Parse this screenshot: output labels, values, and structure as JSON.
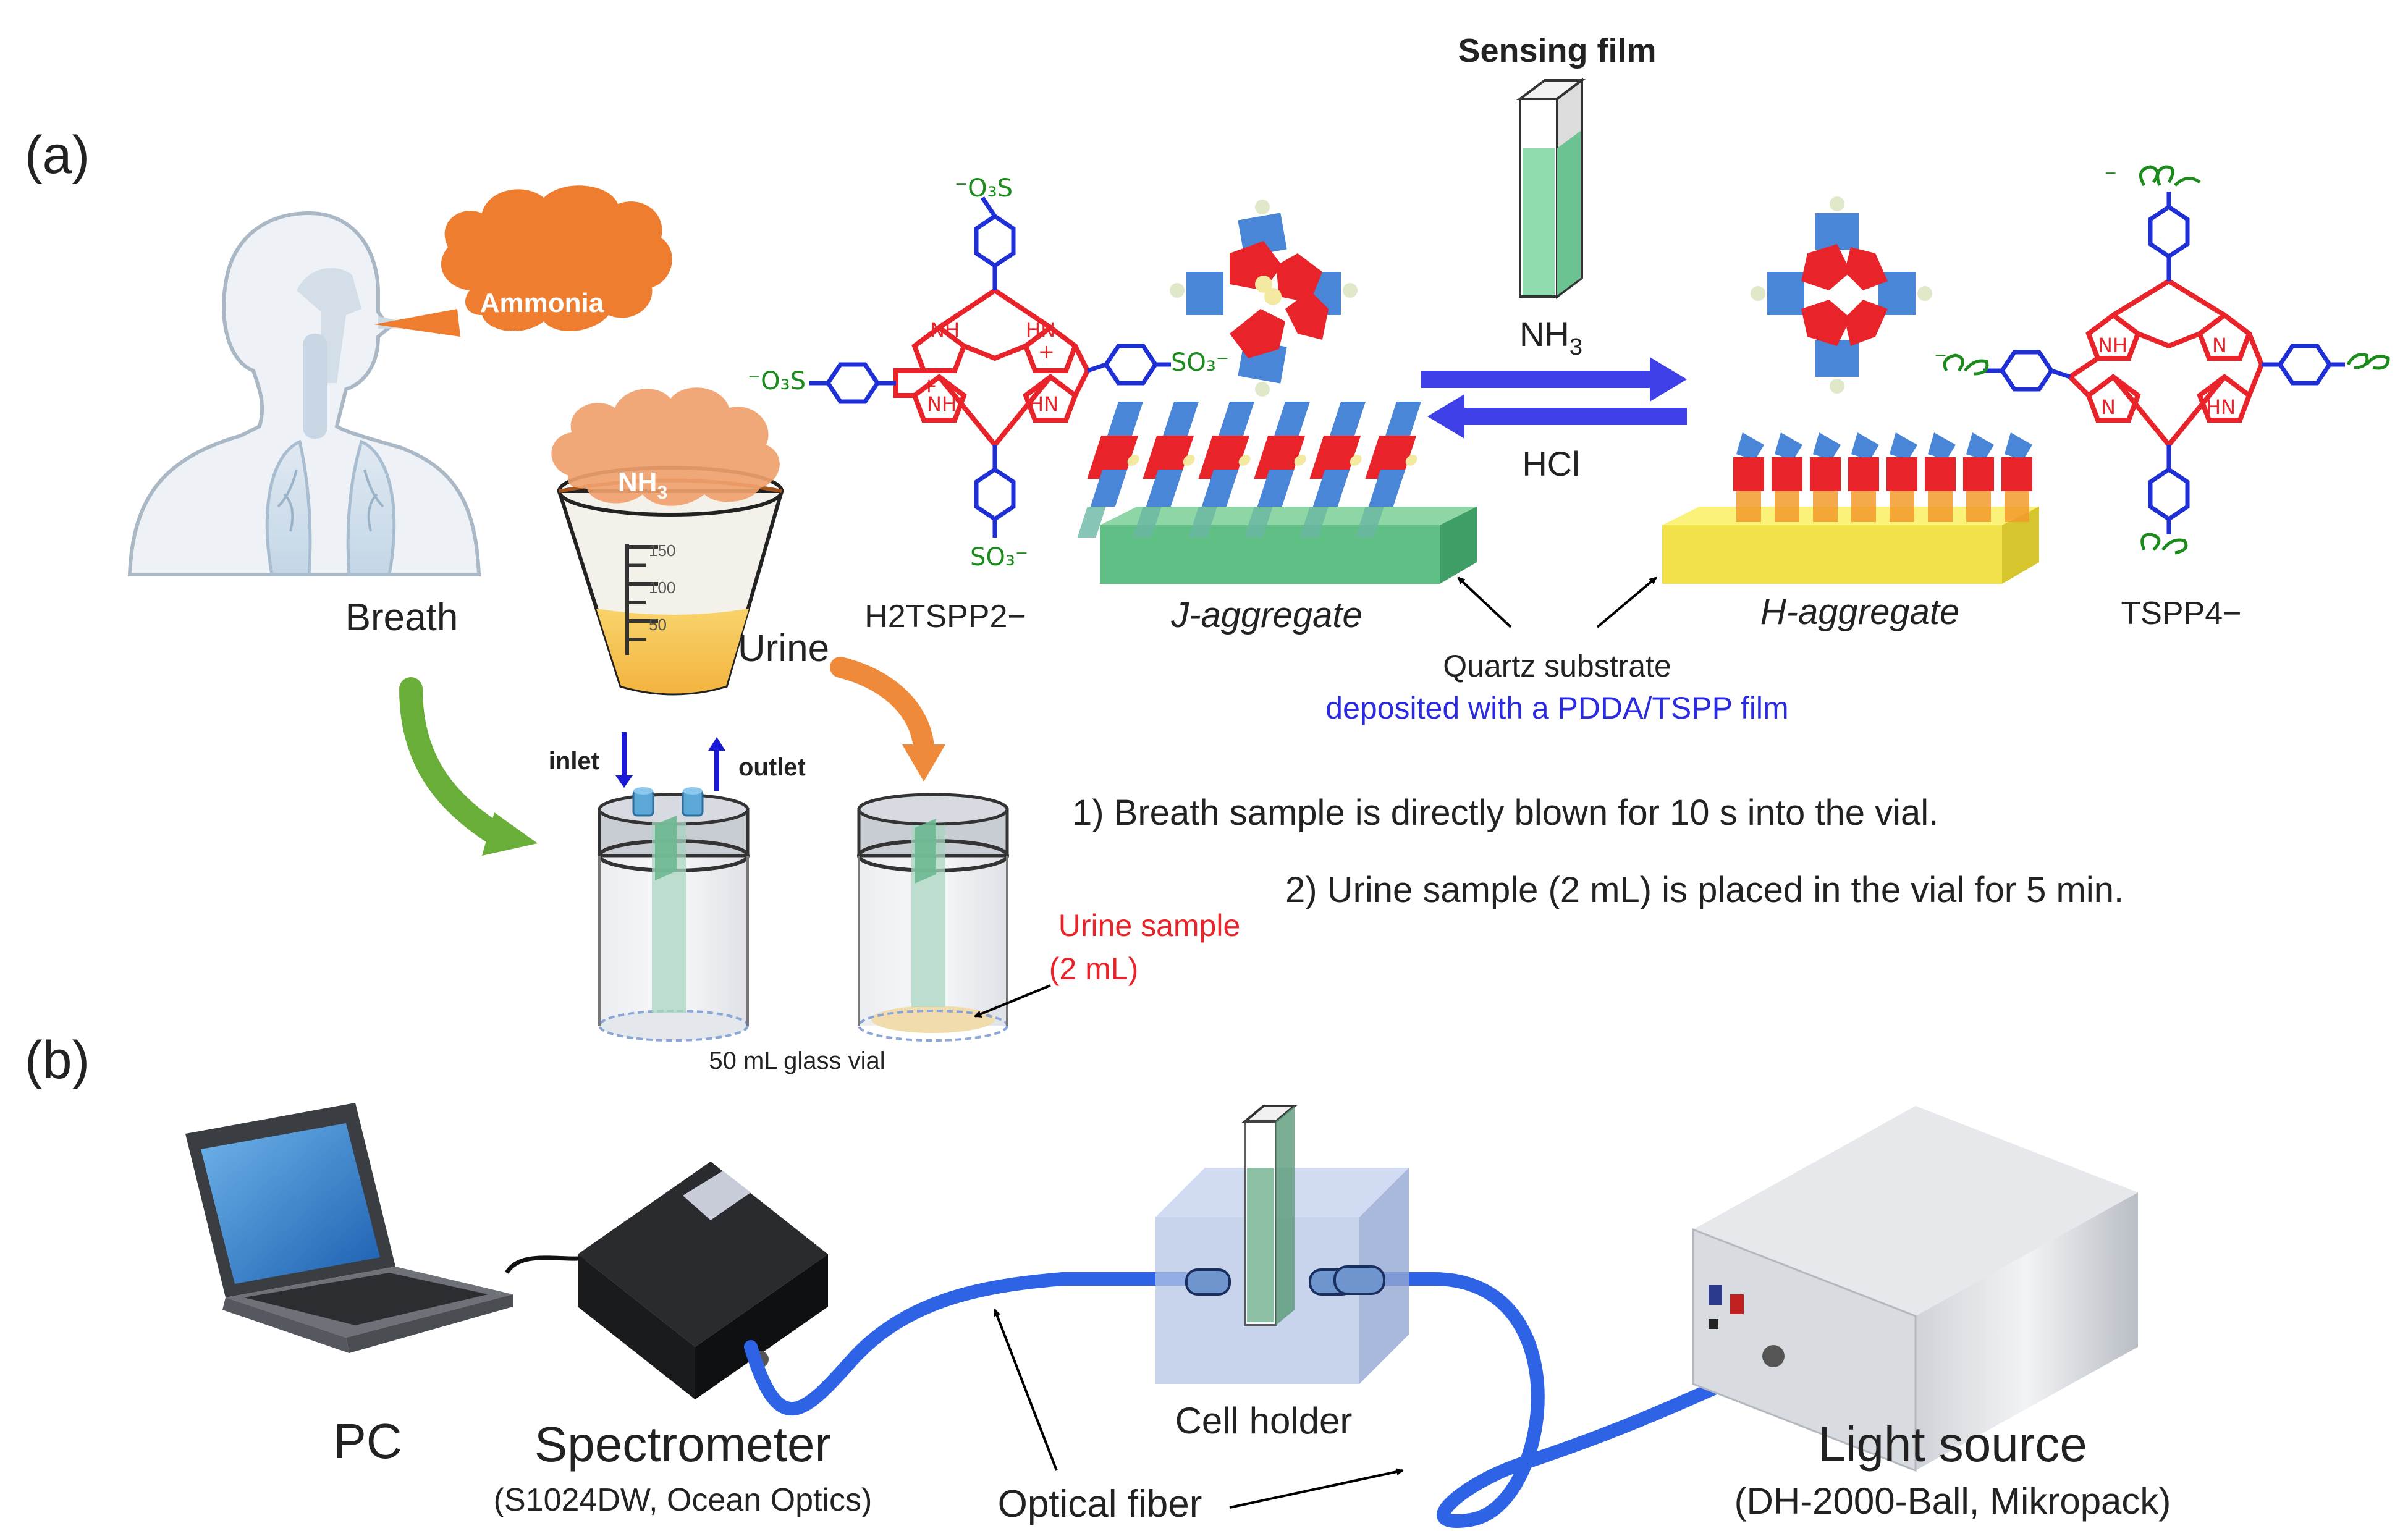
{
  "panels": {
    "a": "(a)",
    "b": "(b)"
  },
  "labels": {
    "breath": "Breath",
    "urine": "Urine",
    "inlet": "inlet",
    "outlet": "outlet",
    "glass_vial": "50 mL glass vial",
    "urine_sample_line1": "Urine sample",
    "urine_sample_line2": "(2 mL)",
    "sensing_film": "Sensing film",
    "hcl": "HCl",
    "h2tspp": "H2TSPP2−",
    "tspp4": "TSPP4−",
    "j_aggregate": "J-aggregate",
    "h_aggregate": "H-aggregate",
    "quartz": "Quartz substrate",
    "deposited": "deposited with a PDDA/TSPP film",
    "step1": "1) Breath sample is directly blown for 10 s into the vial.",
    "step2": "2) Urine sample (2 mL) is placed in the vial for 5 min.",
    "pc": "PC",
    "spectrometer": "Spectrometer",
    "spectrometer_model": "(S1024DW, Ocean Optics)",
    "cell_holder": "Cell holder",
    "optical_fiber": "Optical fiber",
    "light_source": "Light source",
    "light_source_model": "(DH-2000-Ball, Mikropack)"
  },
  "ammonia_bubble": {
    "line1": "Ammonia",
    "nh": "NH",
    "sub": "3"
  },
  "cup_bubble": {
    "nh": "NH",
    "sub": "3"
  },
  "nh3_label": {
    "nh": "NH",
    "sub": "3"
  },
  "cup_scale": [
    "150",
    "100",
    "50"
  ],
  "colors": {
    "green_arrow": "#6aae3a",
    "orange_arrow": "#ee8a3a",
    "blue_arrow": "#4040e8",
    "fiber": "#2f63e6",
    "porphyrin_red": "#e8232a",
    "porphyrin_blue": "#1f2fd6",
    "sulfonate_green": "#1b8c1b",
    "bubble_orange": "#ee7d2f",
    "urine_red": "#e8232a",
    "deposited_blue": "#2a2ae0"
  }
}
